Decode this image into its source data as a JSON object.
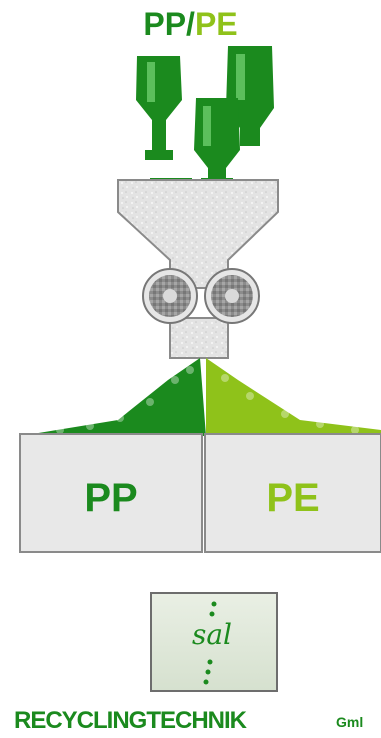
{
  "title": {
    "left": "PP",
    "separator": "/",
    "right": "PE"
  },
  "bins": {
    "left_label": "PP",
    "right_label": "PE"
  },
  "logo": {
    "mark_text": "sal"
  },
  "footer": {
    "company": "RECYCLINGTECHNIK",
    "suffix": "Gml"
  },
  "colors": {
    "pp_green": "#1b8a1e",
    "pe_green": "#8fc21a",
    "machine_gray": "#d9d9d9",
    "outline_gray": "#8a8a8a"
  },
  "icons": [
    "bottle-icon",
    "hopper-icon",
    "gear-icon",
    "pellet-icon",
    "logo-mark-icon"
  ]
}
